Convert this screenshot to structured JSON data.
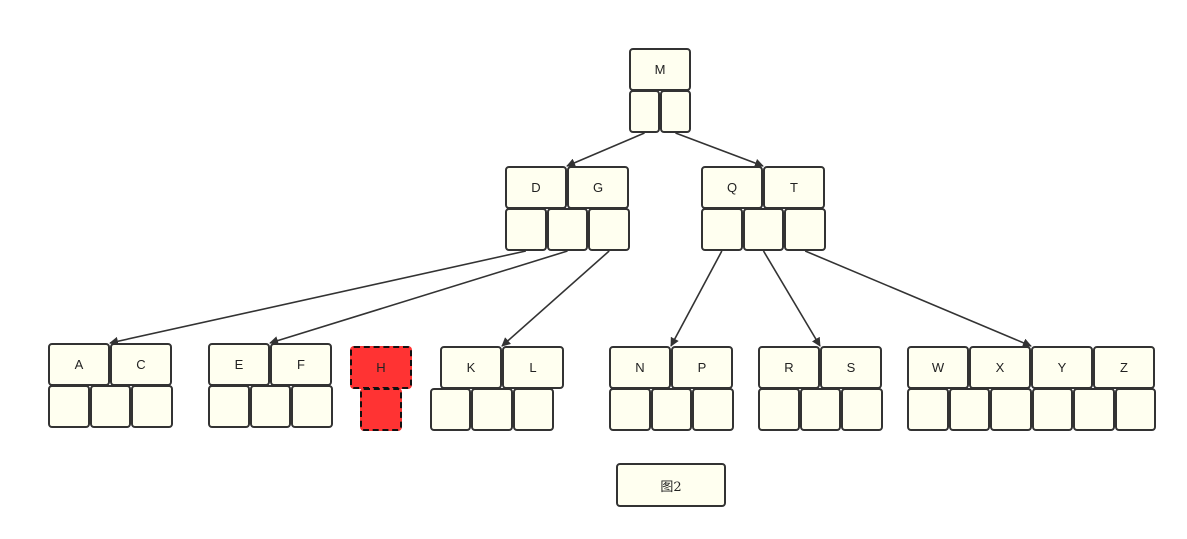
{
  "colors": {
    "node_fill": "#fffff0",
    "border": "#333333",
    "highlight_fill": "#ff3333",
    "edge": "#333333"
  },
  "caption": "图2",
  "nodes": [
    {
      "id": "n-m",
      "keys": [
        "M"
      ],
      "children": 2,
      "highlight": false
    },
    {
      "id": "n-dg",
      "keys": [
        "D",
        "G"
      ],
      "children": 3,
      "highlight": false
    },
    {
      "id": "n-qt",
      "keys": [
        "Q",
        "T"
      ],
      "children": 3,
      "highlight": false
    },
    {
      "id": "n-ac",
      "keys": [
        "A",
        "C"
      ],
      "children": 3,
      "highlight": false
    },
    {
      "id": "n-ef",
      "keys": [
        "E",
        "F"
      ],
      "children": 3,
      "highlight": false
    },
    {
      "id": "n-h",
      "keys": [
        "H"
      ],
      "children": 1,
      "highlight": true
    },
    {
      "id": "n-kl",
      "keys": [
        "K",
        "L"
      ],
      "children": 3,
      "highlight": false
    },
    {
      "id": "n-np",
      "keys": [
        "N",
        "P"
      ],
      "children": 3,
      "highlight": false
    },
    {
      "id": "n-rs",
      "keys": [
        "R",
        "S"
      ],
      "children": 3,
      "highlight": false
    },
    {
      "id": "n-wz",
      "keys": [
        "W",
        "X",
        "Y",
        "Z"
      ],
      "children": 6,
      "highlight": false
    }
  ],
  "edges": [
    {
      "from": "n-m",
      "to": "n-dg"
    },
    {
      "from": "n-m",
      "to": "n-qt"
    },
    {
      "from": "n-dg",
      "to": "n-ac"
    },
    {
      "from": "n-dg",
      "to": "n-ef"
    },
    {
      "from": "n-dg",
      "to": "n-kl"
    },
    {
      "from": "n-qt",
      "to": "n-np"
    },
    {
      "from": "n-qt",
      "to": "n-rs"
    },
    {
      "from": "n-qt",
      "to": "n-wz"
    }
  ]
}
